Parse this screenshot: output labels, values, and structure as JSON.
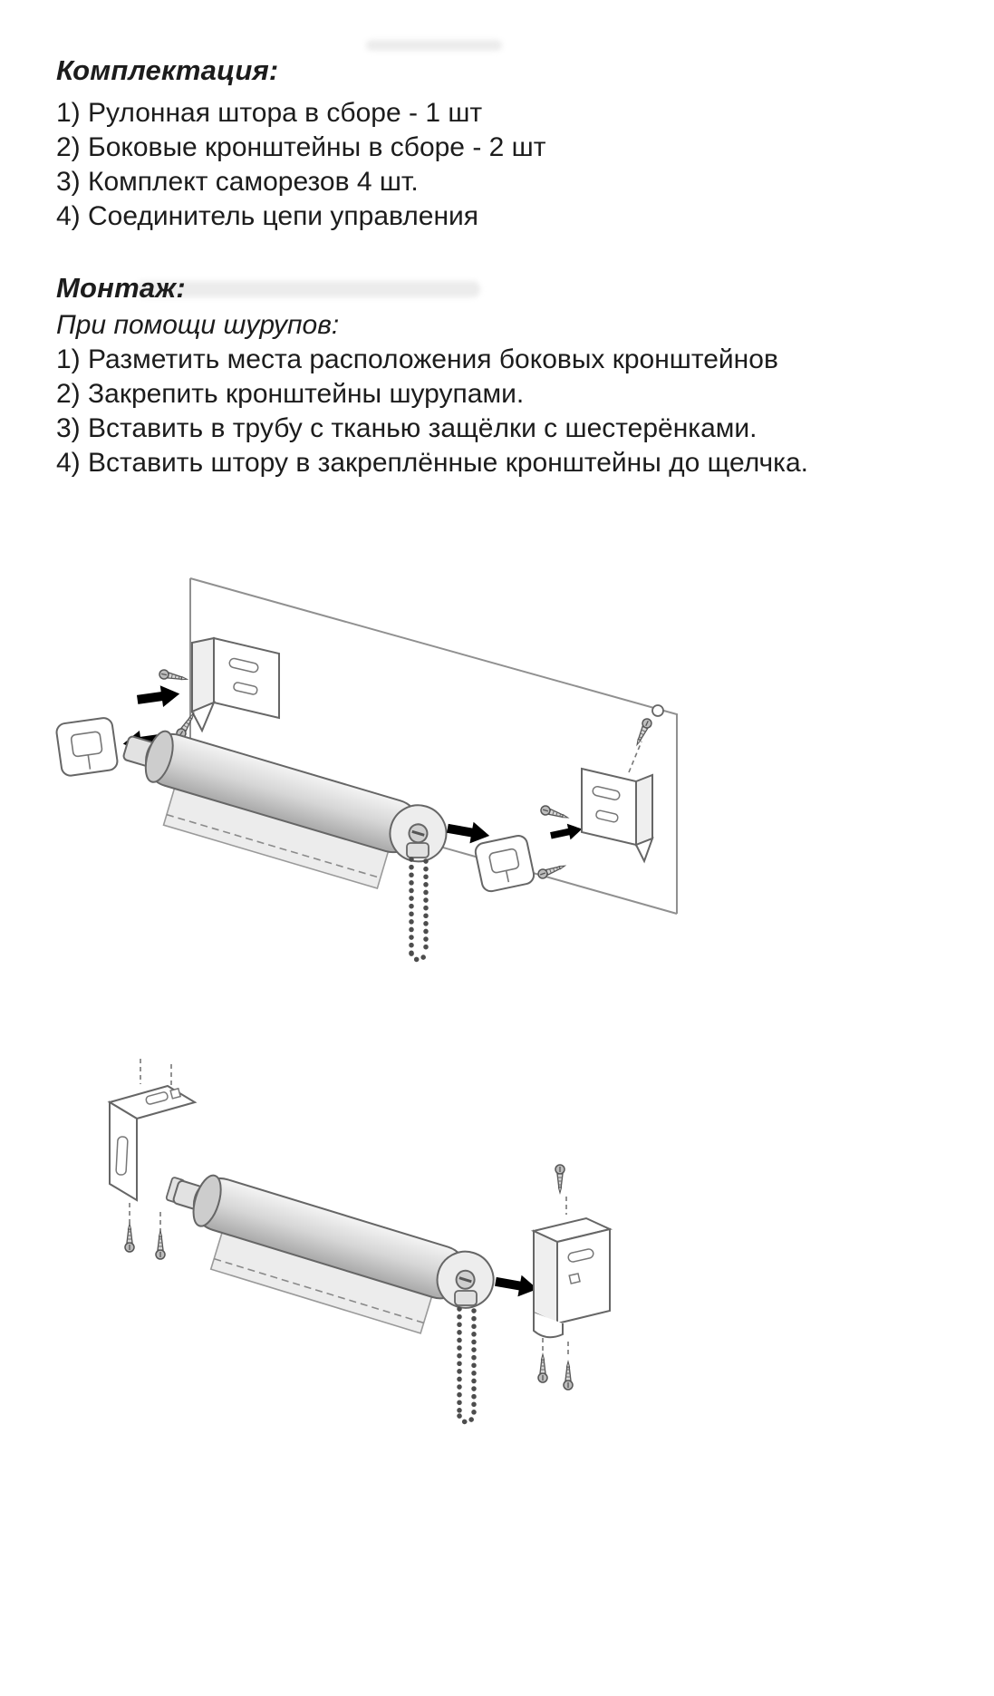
{
  "document": {
    "language": "ru",
    "background": "#ffffff",
    "text_color": "#1c1c1c",
    "colors": {
      "line_art": "#666666",
      "dashed_guides": "#777777",
      "arrow": "#000000",
      "tube_shading": "#c9c9c9"
    }
  },
  "sections": {
    "kit": {
      "title": "Комплектация:",
      "items": [
        "1) Рулонная штора в сборе - 1 шт",
        "2) Боковые кронштейны в сборе - 2 шт",
        "3) Комплект саморезов 4 шт.",
        "4) Соединитель цепи управления"
      ]
    },
    "mount": {
      "title": "Монтаж:",
      "subtitle": "При помощи шурупов:",
      "items": [
        "1) Разметить места расположения боковых кронштейнов",
        "2) Закрепить кронштейны шурупами.",
        "3) Вставить в трубу с тканью защёлки с шестерёнками.",
        "4) Вставить штору в закреплённые кронштейны до щелчка."
      ]
    }
  }
}
